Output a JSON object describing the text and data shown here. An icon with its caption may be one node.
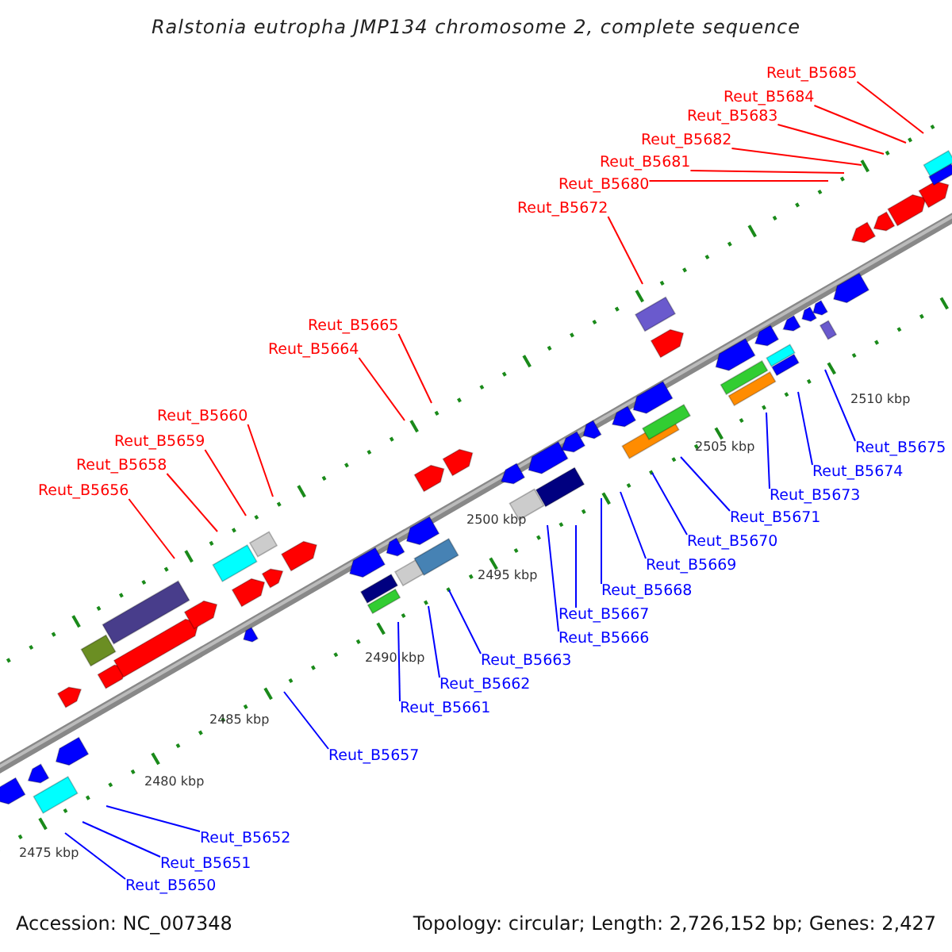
{
  "diagram": {
    "title": "Ralstonia eutropha JMP134 chromosome 2, complete sequence",
    "nodes": [
      {
        "text": [
          "Reut_B5685"
        ]
      },
      {
        "text": [
          "Reut_B5684"
        ]
      },
      {
        "text": [
          "Reut_B5683"
        ]
      },
      {
        "text": [
          "Reut_B5682"
        ]
      },
      {
        "text": [
          "Reut_B5681"
        ]
      },
      {
        "text": [
          "Reut_B5680"
        ]
      },
      {
        "text": [
          "Reut_B5672"
        ]
      },
      {
        "text": [
          "Reut_B5665"
        ]
      },
      {
        "text": [
          "Reut_B5664"
        ]
      },
      {
        "text": [
          "Reut_B5660"
        ]
      },
      {
        "text": [
          "Reut_B5659"
        ]
      },
      {
        "text": [
          "Reut_B5658"
        ]
      },
      {
        "text": [
          "Reut_B5656"
        ]
      },
      {
        "text": [
          "Reut_B5675"
        ]
      },
      {
        "text": [
          "Reut_B5674"
        ]
      },
      {
        "text": [
          "Reut_B5673"
        ]
      },
      {
        "text": [
          "Reut_B5671"
        ]
      },
      {
        "text": [
          "Reut_B5670"
        ]
      },
      {
        "text": [
          "Reut_B5669"
        ]
      },
      {
        "text": [
          "Reut_B5668"
        ]
      },
      {
        "text": [
          "Reut_B5667"
        ]
      },
      {
        "text": [
          "Reut_B5666"
        ]
      },
      {
        "text": [
          "Reut_B5663"
        ]
      },
      {
        "text": [
          "Reut_B5662"
        ]
      },
      {
        "text": [
          "Reut_B5661"
        ]
      },
      {
        "text": [
          "Reut_B5657"
        ]
      },
      {
        "text": [
          "Reut_B5652"
        ]
      },
      {
        "text": [
          "Reut_B5651"
        ]
      },
      {
        "text": [
          "Reut_B5650"
        ]
      }
    ],
    "edges": [
      {
        "from": 0,
        "to": null,
        "arrow": "none",
        "color": "#ff0000"
      },
      {
        "from": 1,
        "to": null,
        "arrow": "none",
        "color": "#ff0000"
      },
      {
        "from": 2,
        "to": null,
        "arrow": "none",
        "color": "#ff0000"
      },
      {
        "from": 3,
        "to": null,
        "arrow": "none",
        "color": "#ff0000"
      },
      {
        "from": 4,
        "to": null,
        "arrow": "none",
        "color": "#ff0000"
      },
      {
        "from": 5,
        "to": null,
        "arrow": "none",
        "color": "#ff0000"
      },
      {
        "from": 6,
        "to": null,
        "arrow": "none",
        "color": "#ff0000"
      },
      {
        "from": 7,
        "to": null,
        "arrow": "none",
        "color": "#ff0000"
      },
      {
        "from": 8,
        "to": null,
        "arrow": "none",
        "color": "#ff0000"
      },
      {
        "from": 9,
        "to": null,
        "arrow": "none",
        "color": "#ff0000"
      },
      {
        "from": 10,
        "to": null,
        "arrow": "none",
        "color": "#ff0000"
      },
      {
        "from": 11,
        "to": null,
        "arrow": "none",
        "color": "#ff0000"
      },
      {
        "from": 12,
        "to": null,
        "arrow": "none",
        "color": "#ff0000"
      },
      {
        "from": 13,
        "to": null,
        "arrow": "none"
      },
      {
        "from": 14,
        "to": null,
        "arrow": "none"
      },
      {
        "from": 15,
        "to": null,
        "arrow": "none"
      },
      {
        "from": 16,
        "to": null,
        "arrow": "none"
      },
      {
        "from": 17,
        "to": null,
        "arrow": "none"
      },
      {
        "from": 18,
        "to": null,
        "arrow": "none"
      },
      {
        "from": 19,
        "to": null,
        "arrow": "none"
      },
      {
        "from": 20,
        "to": null,
        "arrow": "none"
      },
      {
        "from": 21,
        "to": null,
        "arrow": "none"
      },
      {
        "from": 22,
        "to": null,
        "arrow": "none"
      },
      {
        "from": 23,
        "to": null,
        "arrow": "none"
      },
      {
        "from": 24,
        "to": null,
        "arrow": "none"
      },
      {
        "from": 25,
        "to": null,
        "arrow": "none"
      },
      {
        "from": 26,
        "to": null,
        "arrow": "none"
      },
      {
        "from": 27,
        "to": null,
        "arrow": "none"
      },
      {
        "from": 28,
        "to": null,
        "arrow": "none"
      }
    ],
    "labels": [
      "2510 kbp",
      "2505 kbp",
      "2500 kbp",
      "2495 kbp",
      "2490 kbp",
      "2485 kbp",
      "2480 kbp",
      "2475 kbp",
      "Accession: NC_007348",
      "Topology: circular; Length: 2,726,152 bp; Genes: 2,427"
    ]
  }
}
